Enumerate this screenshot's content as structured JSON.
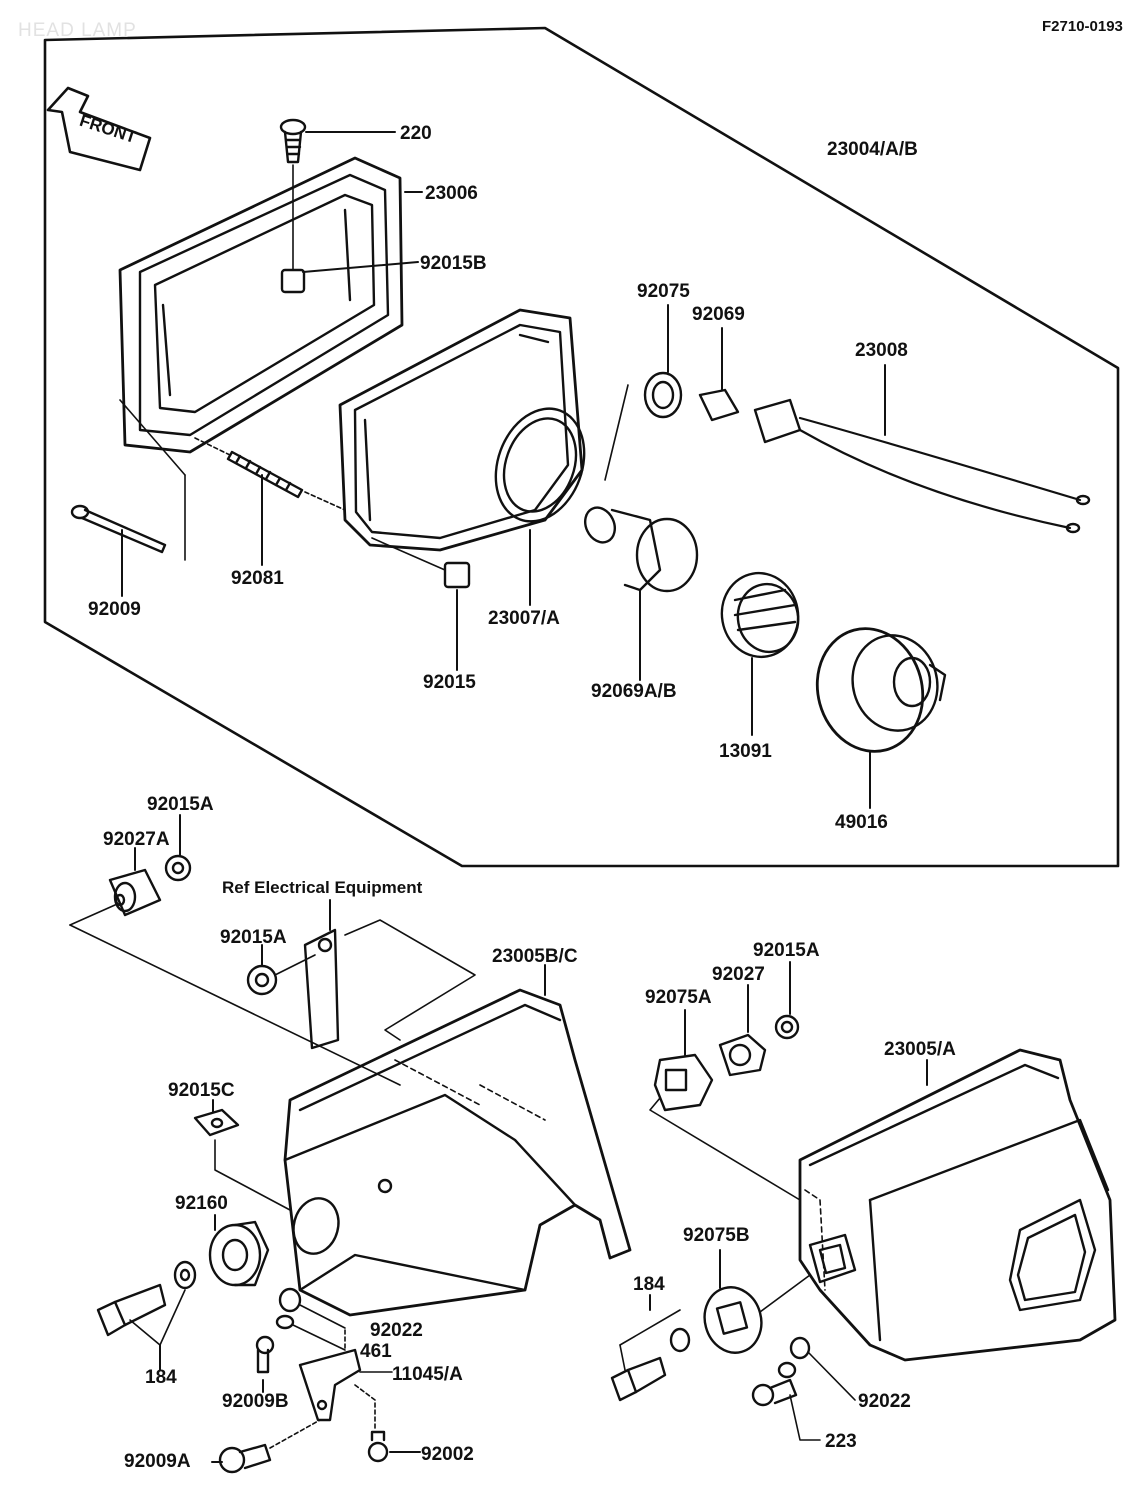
{
  "header": {
    "section_title": "HEAD LAMP",
    "figure_code": "F2710-0193"
  },
  "direction_marker": "FRONT",
  "reference_note": "Ref Electrical Equipment",
  "labels": {
    "p220": "220",
    "p23006": "23006",
    "p92015B": "92015B",
    "p23004": "23004/A/B",
    "p92075": "92075",
    "p92069": "92069",
    "p23008": "23008",
    "p92009": "92009",
    "p92081": "92081",
    "p92015": "92015",
    "p23007": "23007/A",
    "p92069AB": "92069A/B",
    "p13091": "13091",
    "p49016": "49016",
    "p92015A_1": "92015A",
    "p92027A": "92027A",
    "p92015A_2": "92015A",
    "p23005BC": "23005B/C",
    "p92015A_3": "92015A",
    "p92027": "92027",
    "p92075A": "92075A",
    "p23005A": "23005/A",
    "p92015C": "92015C",
    "p92160": "92160",
    "p92075B": "92075B",
    "p184_1": "184",
    "p184_2": "184",
    "p92022_1": "92022",
    "p461": "461",
    "p11045": "11045/A",
    "p92009B": "92009B",
    "p92009A": "92009A",
    "p92002": "92002",
    "p92022_2": "92022",
    "p223": "223"
  }
}
